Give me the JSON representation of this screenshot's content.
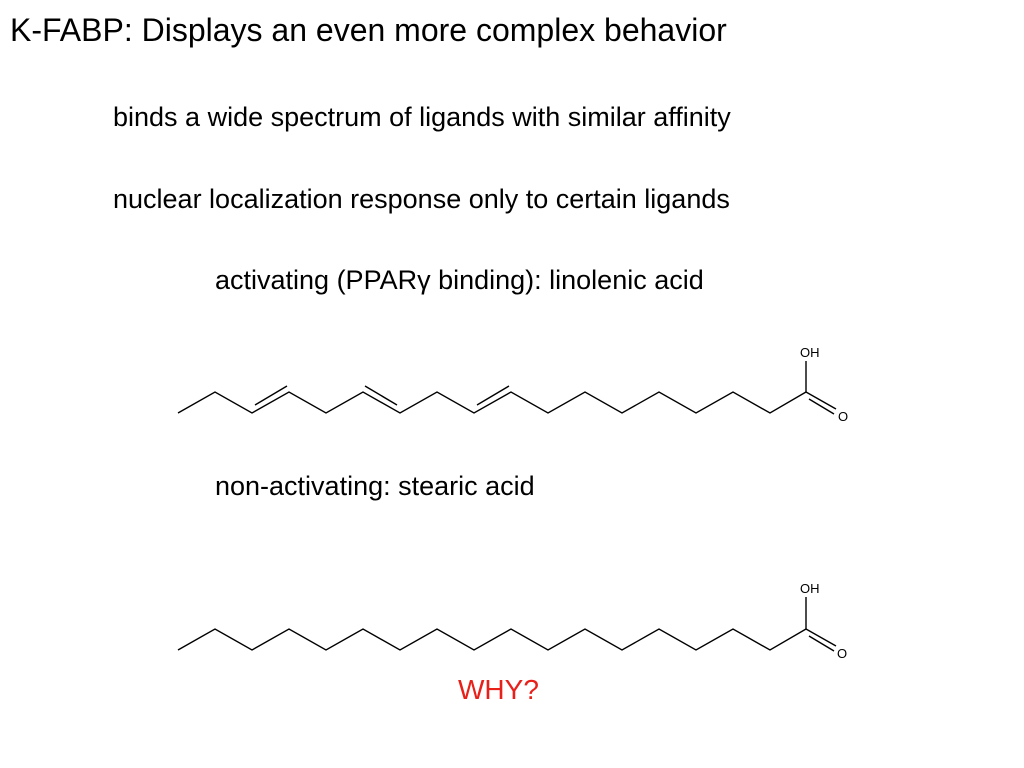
{
  "slide": {
    "title": "K-FABP: Displays an even more complex behavior",
    "point_binding": "binds a wide spectrum of ligands with similar affinity",
    "point_localization": "nuclear localization response only to certain ligands",
    "activating": {
      "prefix": "activating (PPAR",
      "symbol": "γ",
      "suffix": " binding): linolenic acid",
      "structure": {
        "oh_label": "OH",
        "o_label": "O"
      }
    },
    "non_activating": {
      "text": "non-activating: stearic acid",
      "structure": {
        "oh_label": "OH",
        "o_label": "O"
      }
    },
    "question": "WHY?",
    "colors": {
      "text": "#000000",
      "question": "#e8201a",
      "background": "#ffffff"
    }
  }
}
